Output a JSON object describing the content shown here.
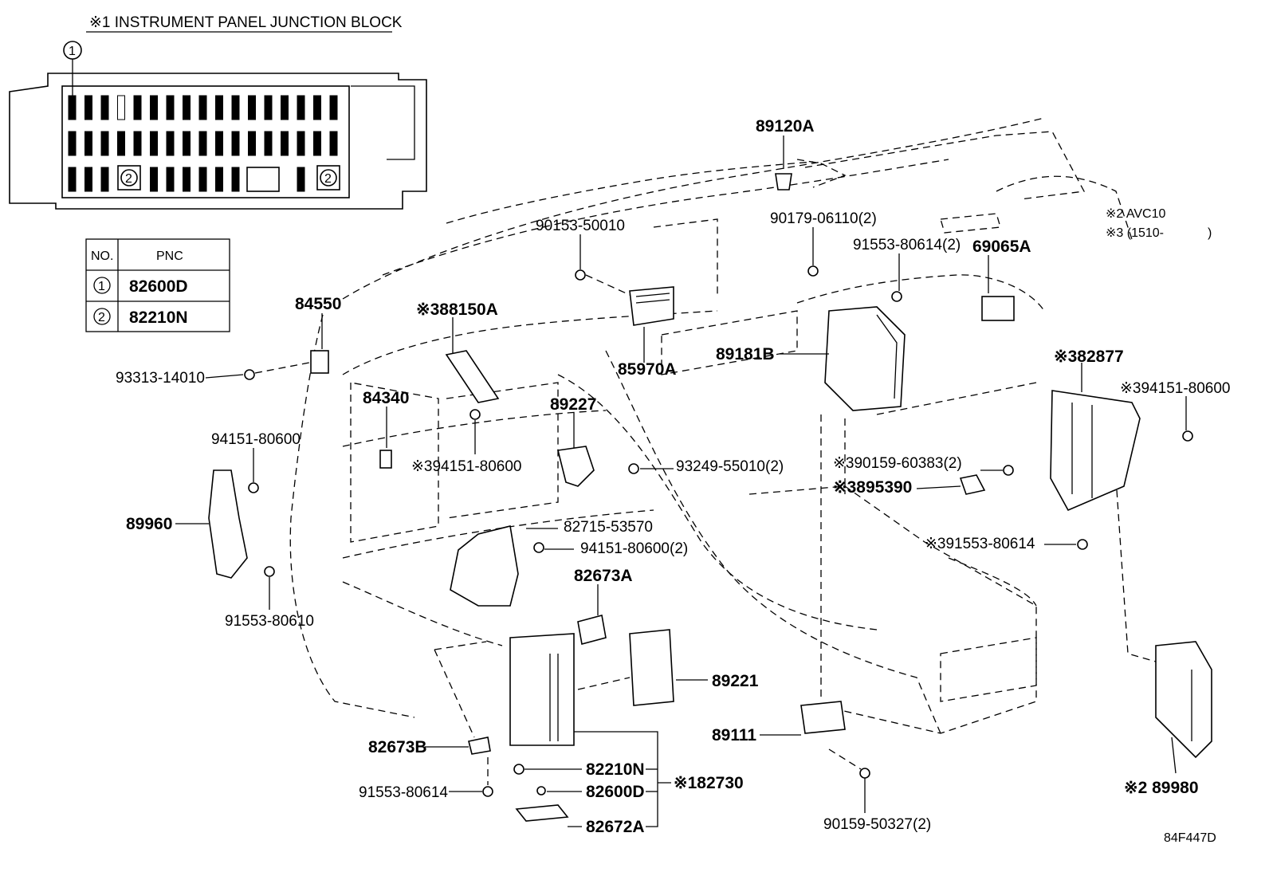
{
  "junction_block": {
    "title": "※1 INSTRUMENT PANEL JUNCTION BLOCK",
    "callout_1": "1",
    "callout_2": "2"
  },
  "pnc_table": {
    "header_no": "NO.",
    "header_pnc": "PNC",
    "rows": [
      {
        "no": "1",
        "pnc": "82600D"
      },
      {
        "no": "2",
        "pnc": "82210N"
      }
    ]
  },
  "notes": {
    "note2": "※2 AVC10",
    "note3": "※3 (1510-",
    "note3_close": ")"
  },
  "labels": {
    "p89120A": "89120A",
    "p90153_50010": "90153-50010",
    "p90179_06110": "90179-06110(2)",
    "p91553_80614_2": "91553-80614(2)",
    "p69065A": "69065A",
    "p84550": "84550",
    "p88150A": "※388150A",
    "p93313_14010": "93313-14010",
    "p85970A": "85970A",
    "p89181B": "89181B",
    "p82877": "※382877",
    "p94151_80600_r": "※394151-80600",
    "p84340": "84340",
    "p89227": "89227",
    "p94151_80600_l": "94151-80600",
    "p94151_80600_m": "※394151-80600",
    "p93249_55010": "93249-55010(2)",
    "p90159_60383": "※390159-60383(2)",
    "p89539Q": "※3895390",
    "p89960": "89960",
    "p82715_53570": "82715-53570",
    "p94151_80600_2": "94151-80600(2)",
    "p91553_80614_r": "※391553-80614",
    "p82673A": "82673A",
    "p91553_80610": "91553-80610",
    "p89221": "89221",
    "p89111": "89111",
    "p82673B": "82673B",
    "p82210N": "82210N",
    "p82730": "※182730",
    "p82600D": "82600D",
    "p91553_80614_b": "91553-80614",
    "p82672A": "82672A",
    "p90159_50327": "90159-50327(2)",
    "p89980": "※2 89980",
    "diagram_id": "84F447D"
  }
}
